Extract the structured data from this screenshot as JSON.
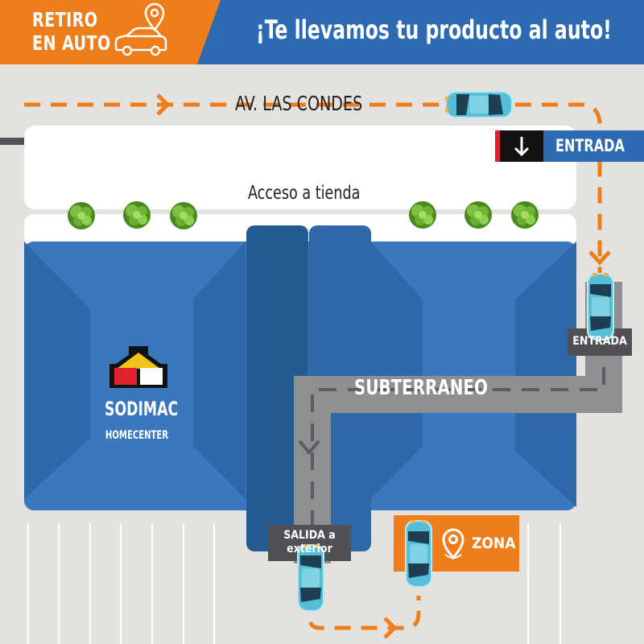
{
  "header": {
    "badge_line1": "RETIRO",
    "badge_line2": "EN AUTO",
    "slogan": "¡Te llevamos tu producto al auto!",
    "colors": {
      "orange": "#ee7d1c",
      "blue": "#2d6ab2"
    }
  },
  "map": {
    "road_label": "AV. LAS CONDES",
    "entrance_banner": "ENTRADA",
    "store_access": "Acceso a tienda",
    "underground_label": "SUBTERRANEO",
    "underground_entrance": "ENTRADA",
    "exit_line1": "SALIDA a",
    "exit_line2": "exterior",
    "pickup_zone": "ZONA",
    "brand": {
      "name": "SODIMAC",
      "sub": "HOMECENTER"
    },
    "icons": [
      "location-pin-icon",
      "car-icon",
      "arrow-down-icon",
      "tree-icon",
      "house-logo-icon"
    ]
  }
}
